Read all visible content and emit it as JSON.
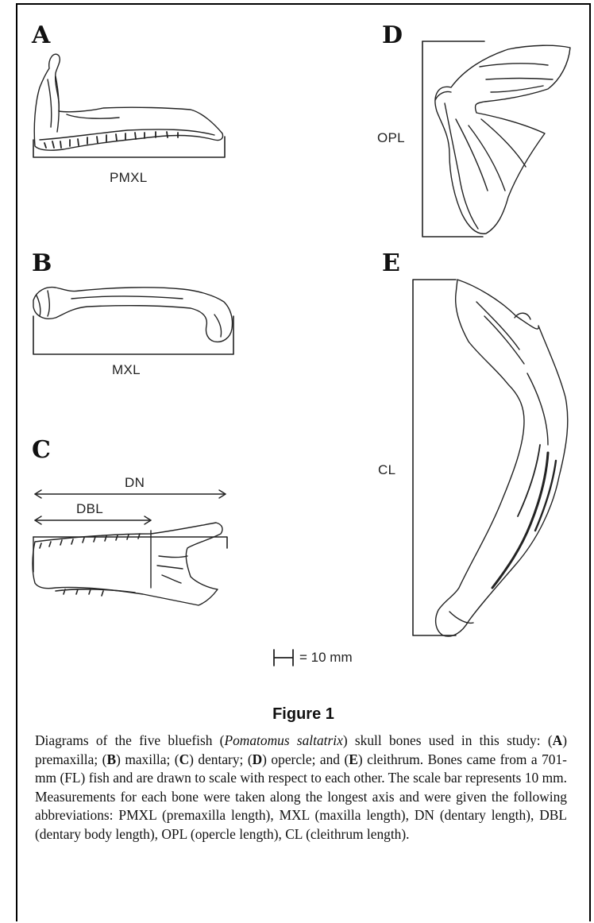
{
  "panels": {
    "a": {
      "letter": "A",
      "measure": "PMXL"
    },
    "b": {
      "letter": "B",
      "measure": "MXL"
    },
    "c": {
      "letter": "C",
      "measure_outer": "DN",
      "measure_inner": "DBL"
    },
    "d": {
      "letter": "D",
      "measure": "OPL"
    },
    "e": {
      "letter": "E",
      "measure": "CL"
    }
  },
  "scale_bar": {
    "label": "= 10 mm"
  },
  "figure": {
    "title": "Figure 1",
    "caption": {
      "p1": "Diagrams of the five bluefish (",
      "species": "Pomatomus saltatrix",
      "p2": ") skull bones used in this study: (",
      "a": "A",
      "p3": ") premaxilla; (",
      "b": "B",
      "p4": ") maxilla; (",
      "c": "C",
      "p5": ") dentary; (",
      "d": "D",
      "p6": ") opercle; and (",
      "e": "E",
      "p7": ") cleithrum. Bones came from a 701-mm (FL) fish and are drawn to scale with respect to each other. The scale bar represents 10 mm. Measurements for each bone were taken along the longest axis and were given the following abbreviations: PMXL (premaxilla length), MXL (maxilla length), DN (dentary length), DBL (dentary body length), OPL (opercle length), CL (cleithrum length)."
    }
  }
}
